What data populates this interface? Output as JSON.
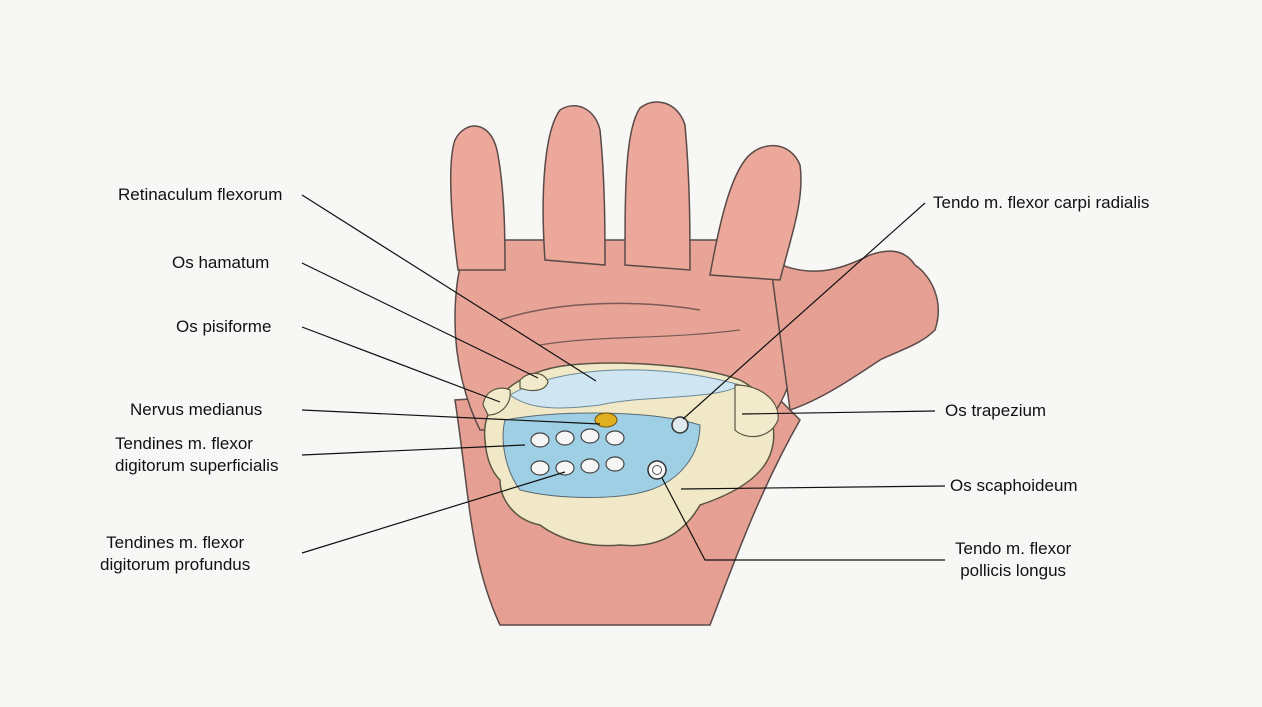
{
  "labels": {
    "retinaculum": "Retinaculum flexorum",
    "hamatum": "Os hamatum",
    "pisiforme": "Os pisiforme",
    "medianus": "Nervus medianus",
    "fds_line1": "Tendines m. flexor",
    "fds_line2": "digitorum superficialis",
    "fdp_line1": "Tendines m. flexor",
    "fdp_line2": "digitorum profundus",
    "fcr": "Tendo m. flexor carpi radialis",
    "trapezium": "Os trapezium",
    "scaphoideum": "Os scaphoideum",
    "fpl_line1": "Tendo m. flexor",
    "fpl_line2": "pollicis longus"
  },
  "colors": {
    "skin": "#e9a59a",
    "skin_dark": "#d98a80",
    "bone": "#efe7c8",
    "bone_shade": "#d9cf9a",
    "retinaculum": "#cfe6f2",
    "tendon_blue": "#8cc3dd",
    "nerve": "#e0b020",
    "outline": "#4a4a4a"
  }
}
